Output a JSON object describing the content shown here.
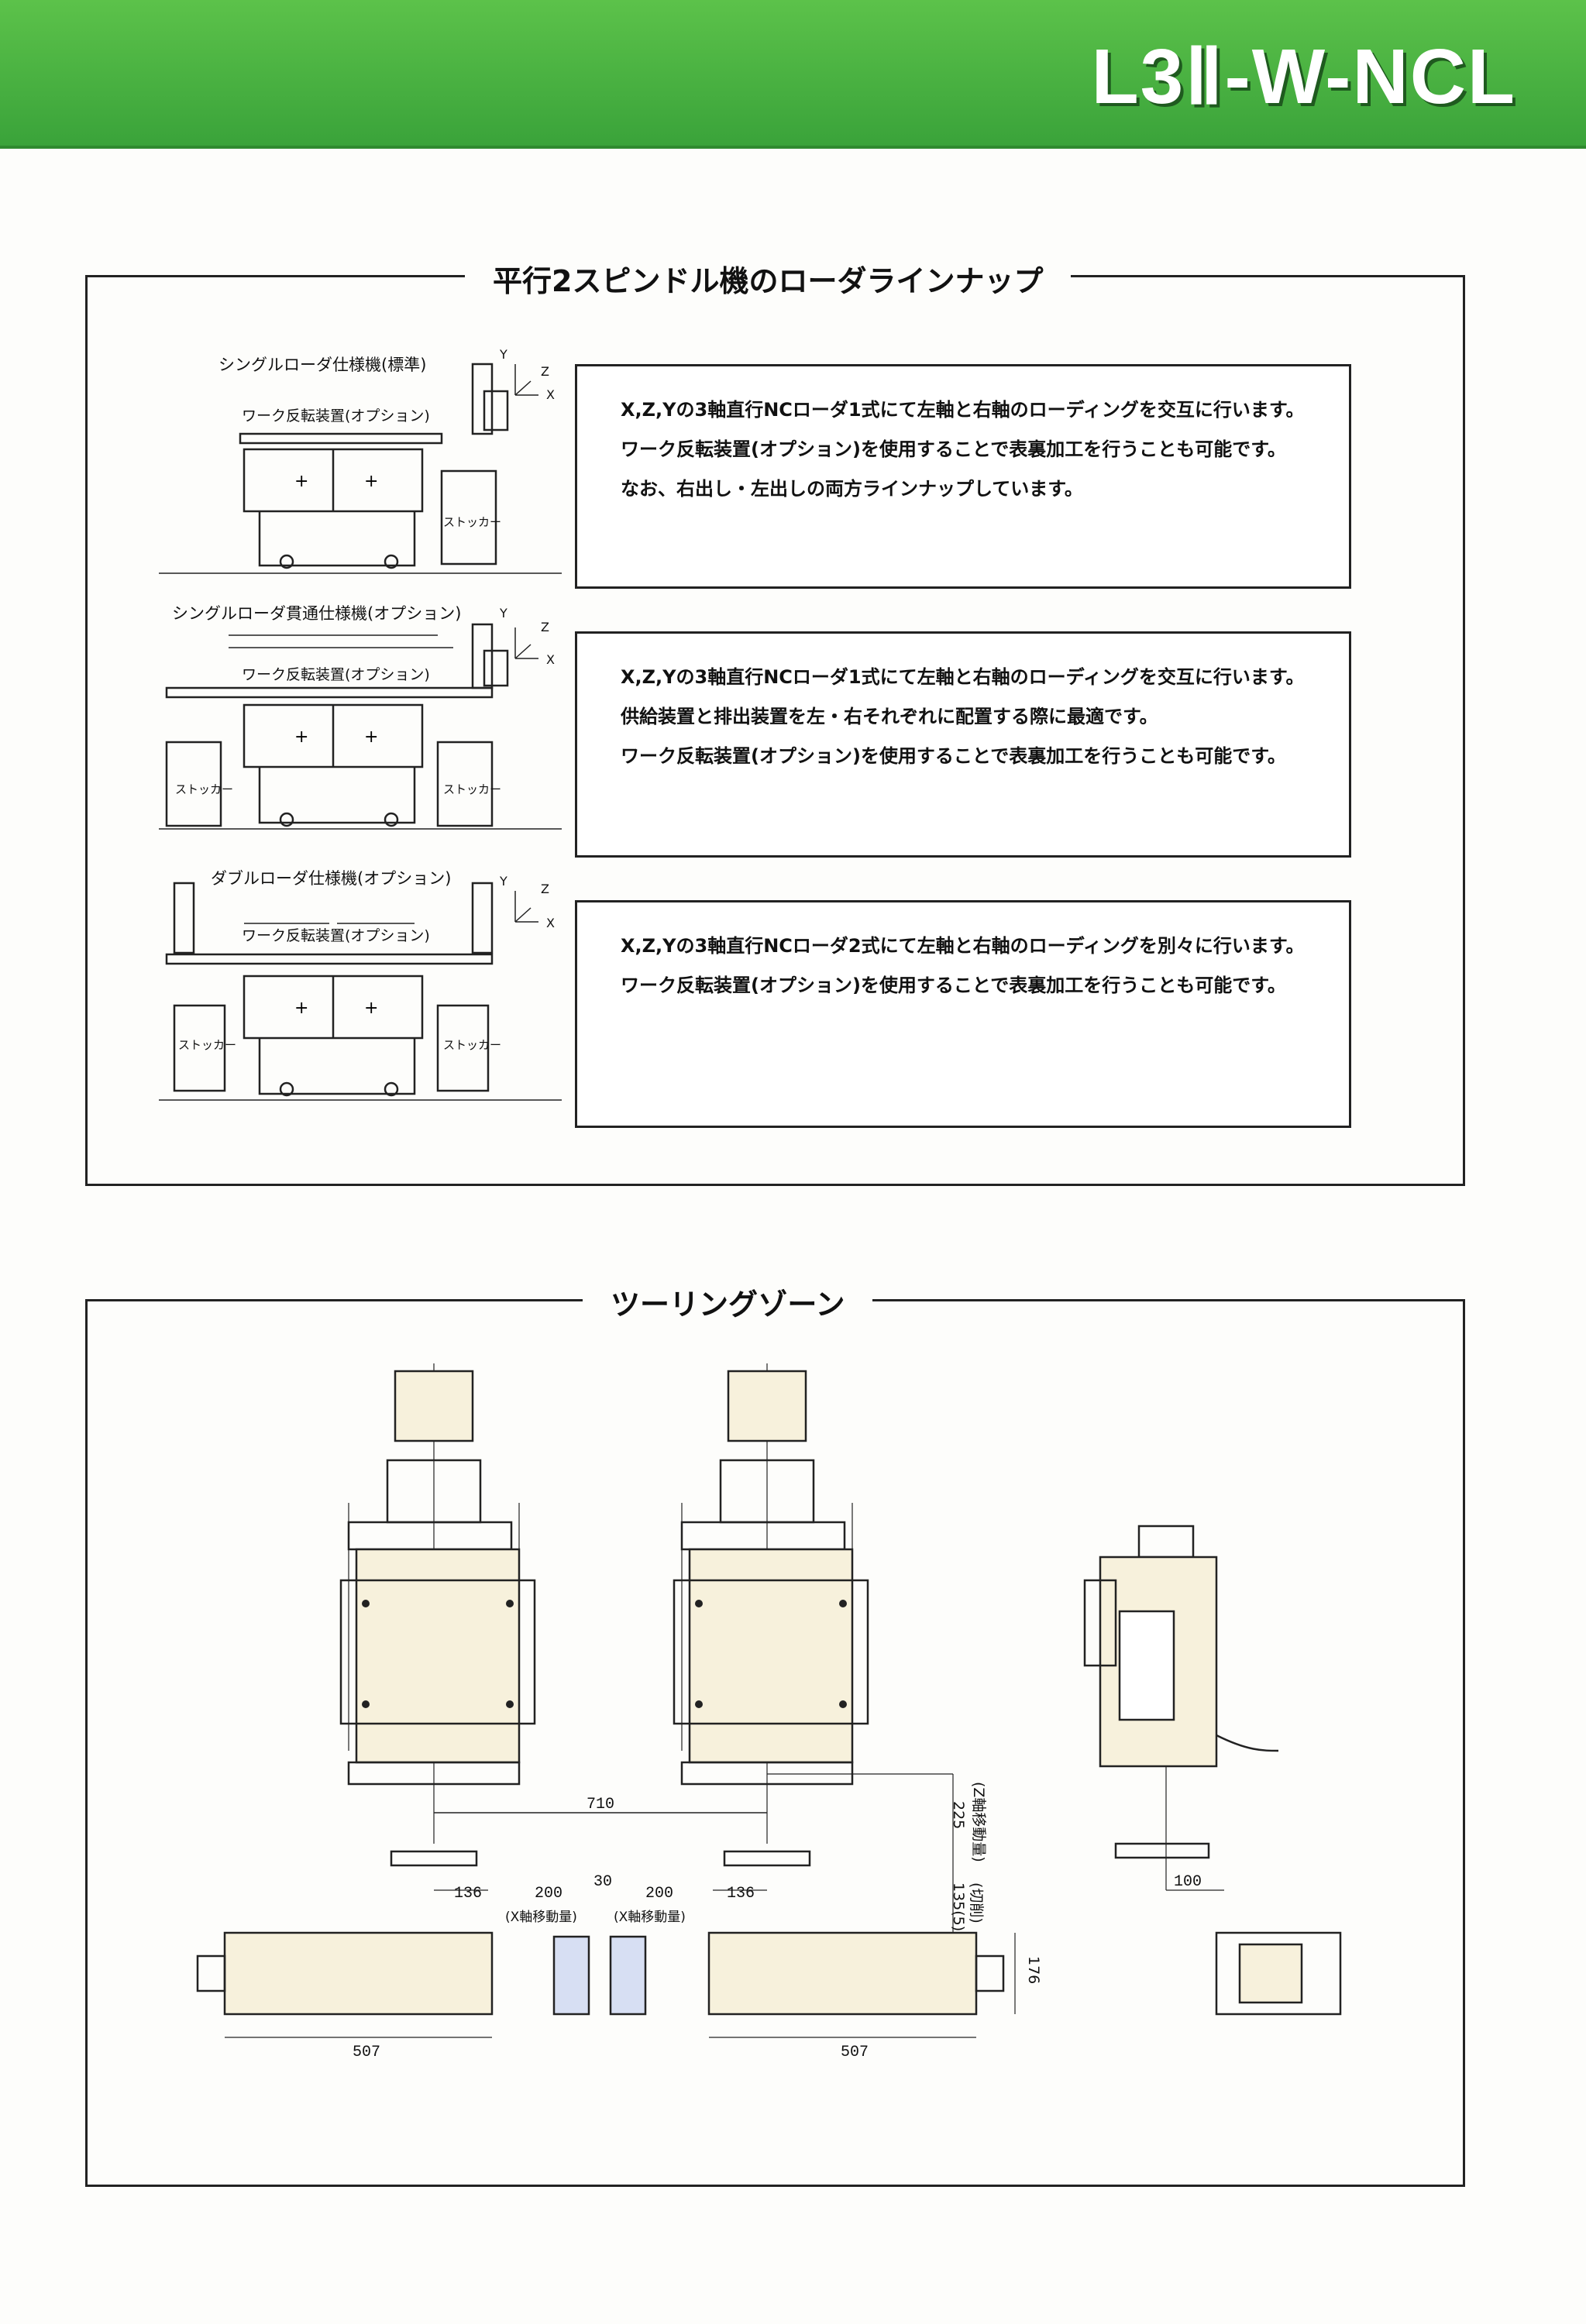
{
  "header": {
    "title": "L3Ⅱ-W-NCL"
  },
  "loader_section": {
    "title": "平行2スピンドル機のローダラインナップ",
    "variants": [
      {
        "label": "シングルローダ仕様機(標準)",
        "reverser_label": "ワーク反転装置(オプション)",
        "stocker_label": "ストッカー",
        "description": [
          "X,Z,Yの3軸直行NCローダ1式にて左軸と右軸のローディングを交互に行います。",
          "ワーク反転装置(オプション)を使用することで表裏加工を行うことも可能です。",
          "なお、右出し・左出しの両方ラインナップしています。"
        ]
      },
      {
        "label": "シングルローダ貫通仕様機(オプション)",
        "reverser_label": "ワーク反転装置(オプション)",
        "stocker_label": "ストッカー",
        "description": [
          "X,Z,Yの3軸直行NCローダ1式にて左軸と右軸のローディングを交互に行います。",
          "供給装置と排出装置を左・右それぞれに配置する際に最適です。",
          "ワーク反転装置(オプション)を使用することで表裏加工を行うことも可能です。"
        ]
      },
      {
        "label": "ダブルローダ仕様機(オプション)",
        "reverser_label": "ワーク反転装置(オプション)",
        "stocker_label": "ストッカー",
        "description": [
          "X,Z,Yの3軸直行NCローダ2式にて左軸と右軸のローディングを別々に行います。",
          "ワーク反転装置(オプション)を使用することで表裏加工を行うことも可能です。"
        ]
      }
    ],
    "axis_labels": {
      "y": "Y",
      "z": "Z",
      "x": "X"
    }
  },
  "tooling_section": {
    "title": "ツーリングゾーン",
    "dimensions": {
      "spindle_pitch": "710",
      "z_stroke": "225",
      "z_stroke_note": "(Z軸移動量)",
      "left_offset": "136",
      "right_offset": "136",
      "x_stroke_left": "200",
      "x_stroke_right": "200",
      "x_stroke_left_note": "(X軸移動量)",
      "x_stroke_right_note": "(X軸移動量)",
      "gap": "30",
      "bottom_offset": "135(5)",
      "bottom_offset_note": "(切削)",
      "chuck_width": "176",
      "bed_length_left": "507",
      "bed_length_right": "507",
      "side_offset": "100"
    }
  }
}
